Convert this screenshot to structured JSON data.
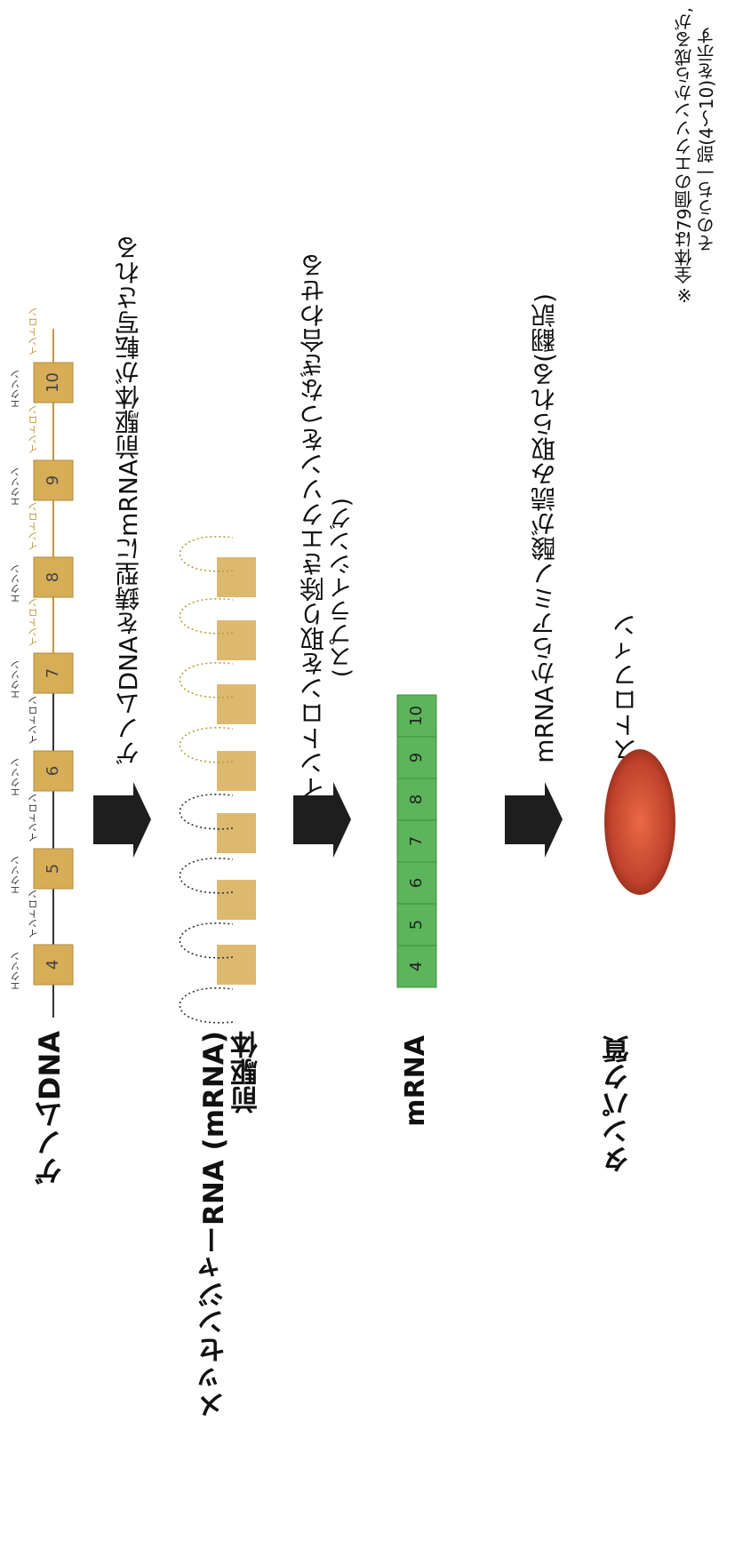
{
  "labels": {
    "genome": "ゲノムDNA",
    "pre_mrna_line1": "メッセンジャーRNA (mRNA)",
    "pre_mrna_line2": "前駆体",
    "mrna": "mRNA",
    "protein": "タンパク質"
  },
  "note": {
    "line1": "※全体は79個のエクソンから成るが,",
    "line2": "そのうち一部(4〜10)を示す"
  },
  "steps": {
    "transcription": "ゲノムDNAを鋳型にmRNA前駆体が転写される",
    "splicing_line1": "イントロンを取り除きエクソンをつなぎ合わせる",
    "splicing_line2": "(スプライシング)",
    "translation": "mRNAからアミノ酸が読み取られる(翻訳)"
  },
  "protein_name": "ジストロフィン",
  "dna": {
    "exon_word": "エクソン",
    "intron_word": "イントロン",
    "exons": [
      "4",
      "5",
      "6",
      "7",
      "8",
      "9",
      "10"
    ]
  },
  "mrna_exons": [
    "4",
    "5",
    "6",
    "7",
    "8",
    "9",
    "10"
  ],
  "colors": {
    "exon": "#d7ad57",
    "dark_line": "#333333",
    "gold_line": "#c29a3a",
    "mrna_green": "#5cb55a",
    "protein": "#c0422c",
    "arrow": "#1e1e1e"
  }
}
